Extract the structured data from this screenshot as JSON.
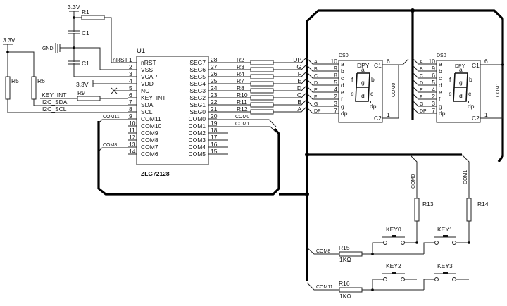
{
  "power": {
    "vcc_label": "3.3V",
    "gnd_label": "GND"
  },
  "passives": {
    "r1": "R1",
    "c1a": "C1",
    "c1b": "C1",
    "r5": "R5",
    "r6": "R6",
    "r9": "R9",
    "r13": "R13",
    "r14": "R14",
    "r15": "R15",
    "r15_value": "1KΩ",
    "r16": "R16",
    "r16_value": "1KΩ"
  },
  "left_nets": {
    "key_int": "KEY_INT",
    "i2c_sda": "I2C_SDA",
    "i2c_scl": "I2C_SCL"
  },
  "ic": {
    "ref": "U1",
    "part": "ZLG72128",
    "left_pins": [
      {
        "num": "1",
        "name": "nRST"
      },
      {
        "num": "2",
        "name": "VSS"
      },
      {
        "num": "3",
        "name": "VCAP"
      },
      {
        "num": "4",
        "name": "VDD"
      },
      {
        "num": "5",
        "name": "NC"
      },
      {
        "num": "6",
        "name": "KEY_INT"
      },
      {
        "num": "7",
        "name": "SDA"
      },
      {
        "num": "8",
        "name": "SCL"
      },
      {
        "num": "9",
        "name": "COM11"
      },
      {
        "num": "10",
        "name": "COM10"
      },
      {
        "num": "11",
        "name": "COM9"
      },
      {
        "num": "12",
        "name": "COM8"
      },
      {
        "num": "13",
        "name": "COM7"
      },
      {
        "num": "14",
        "name": "COM6"
      }
    ],
    "right_pins": [
      {
        "num": "28",
        "name": "SEG7"
      },
      {
        "num": "27",
        "name": "SEG6"
      },
      {
        "num": "26",
        "name": "SEG5"
      },
      {
        "num": "25",
        "name": "SEG4"
      },
      {
        "num": "24",
        "name": "SEG3"
      },
      {
        "num": "23",
        "name": "SEG2"
      },
      {
        "num": "22",
        "name": "SEG1"
      },
      {
        "num": "21",
        "name": "SEG0"
      },
      {
        "num": "20",
        "name": "COM0"
      },
      {
        "num": "19",
        "name": "COM1"
      },
      {
        "num": "18",
        "name": "COM2"
      },
      {
        "num": "17",
        "name": "COM3"
      },
      {
        "num": "16",
        "name": "COM4"
      },
      {
        "num": "15",
        "name": "COM5"
      }
    ],
    "nrst_net": "nRST",
    "com11_net": "COM11",
    "com8_net": "COM8"
  },
  "seg_resistors": [
    {
      "ref": "R2",
      "net": "DP"
    },
    {
      "ref": "R3",
      "net": "G"
    },
    {
      "ref": "R4",
      "net": "F"
    },
    {
      "ref": "R7",
      "net": "E"
    },
    {
      "ref": "R8",
      "net": "D"
    },
    {
      "ref": "R10",
      "net": "C"
    },
    {
      "ref": "R11",
      "net": "B"
    },
    {
      "ref": "R12",
      "net": "A"
    }
  ],
  "com_nets": {
    "com0": "COM0",
    "com1": "COM1",
    "com8": "COM8",
    "com11": "COM11"
  },
  "displays": [
    {
      "ref": "DS0",
      "type": "DPY",
      "c1": "C1",
      "c2": "C2",
      "c1_pin": "6",
      "c2_pin": "1",
      "com_net": "COM0",
      "pins": [
        {
          "net": "A",
          "num": "10",
          "name": "a"
        },
        {
          "net": "B",
          "num": "9",
          "name": "b"
        },
        {
          "net": "C",
          "num": "8",
          "name": "c"
        },
        {
          "net": "D",
          "num": "5",
          "name": "d"
        },
        {
          "net": "E",
          "num": "4",
          "name": "e"
        },
        {
          "net": "F",
          "num": "2",
          "name": "f"
        },
        {
          "net": "G",
          "num": "3",
          "name": "g"
        },
        {
          "net": "DP",
          "num": "7",
          "name": "dp"
        }
      ],
      "glyph": {
        "a": "a",
        "b": "b",
        "c": "c",
        "d": "d",
        "e": "e",
        "f": "f",
        "g": "g",
        "dp": "dp"
      }
    },
    {
      "ref": "DS0",
      "type": "DPY",
      "c1": "C1",
      "c2": "C2",
      "c1_pin": "6",
      "c2_pin": "1",
      "com_net": "COM1",
      "pins": [
        {
          "net": "A",
          "num": "10",
          "name": "a"
        },
        {
          "net": "B",
          "num": "9",
          "name": "b"
        },
        {
          "net": "C",
          "num": "6",
          "name": "c"
        },
        {
          "net": "D",
          "num": "5",
          "name": "d"
        },
        {
          "net": "E",
          "num": "4",
          "name": "e"
        },
        {
          "net": "F",
          "num": "2",
          "name": "f"
        },
        {
          "net": "G",
          "num": "3",
          "name": "g"
        },
        {
          "net": "DP",
          "num": "7",
          "name": "dp"
        }
      ],
      "glyph": {
        "a": "a",
        "b": "b",
        "c": "c",
        "d": "d",
        "e": "e",
        "f": "f",
        "g": "g",
        "dp": "dp"
      }
    }
  ],
  "keys": [
    "KEY0",
    "KEY1",
    "KEY2",
    "KEY3"
  ]
}
